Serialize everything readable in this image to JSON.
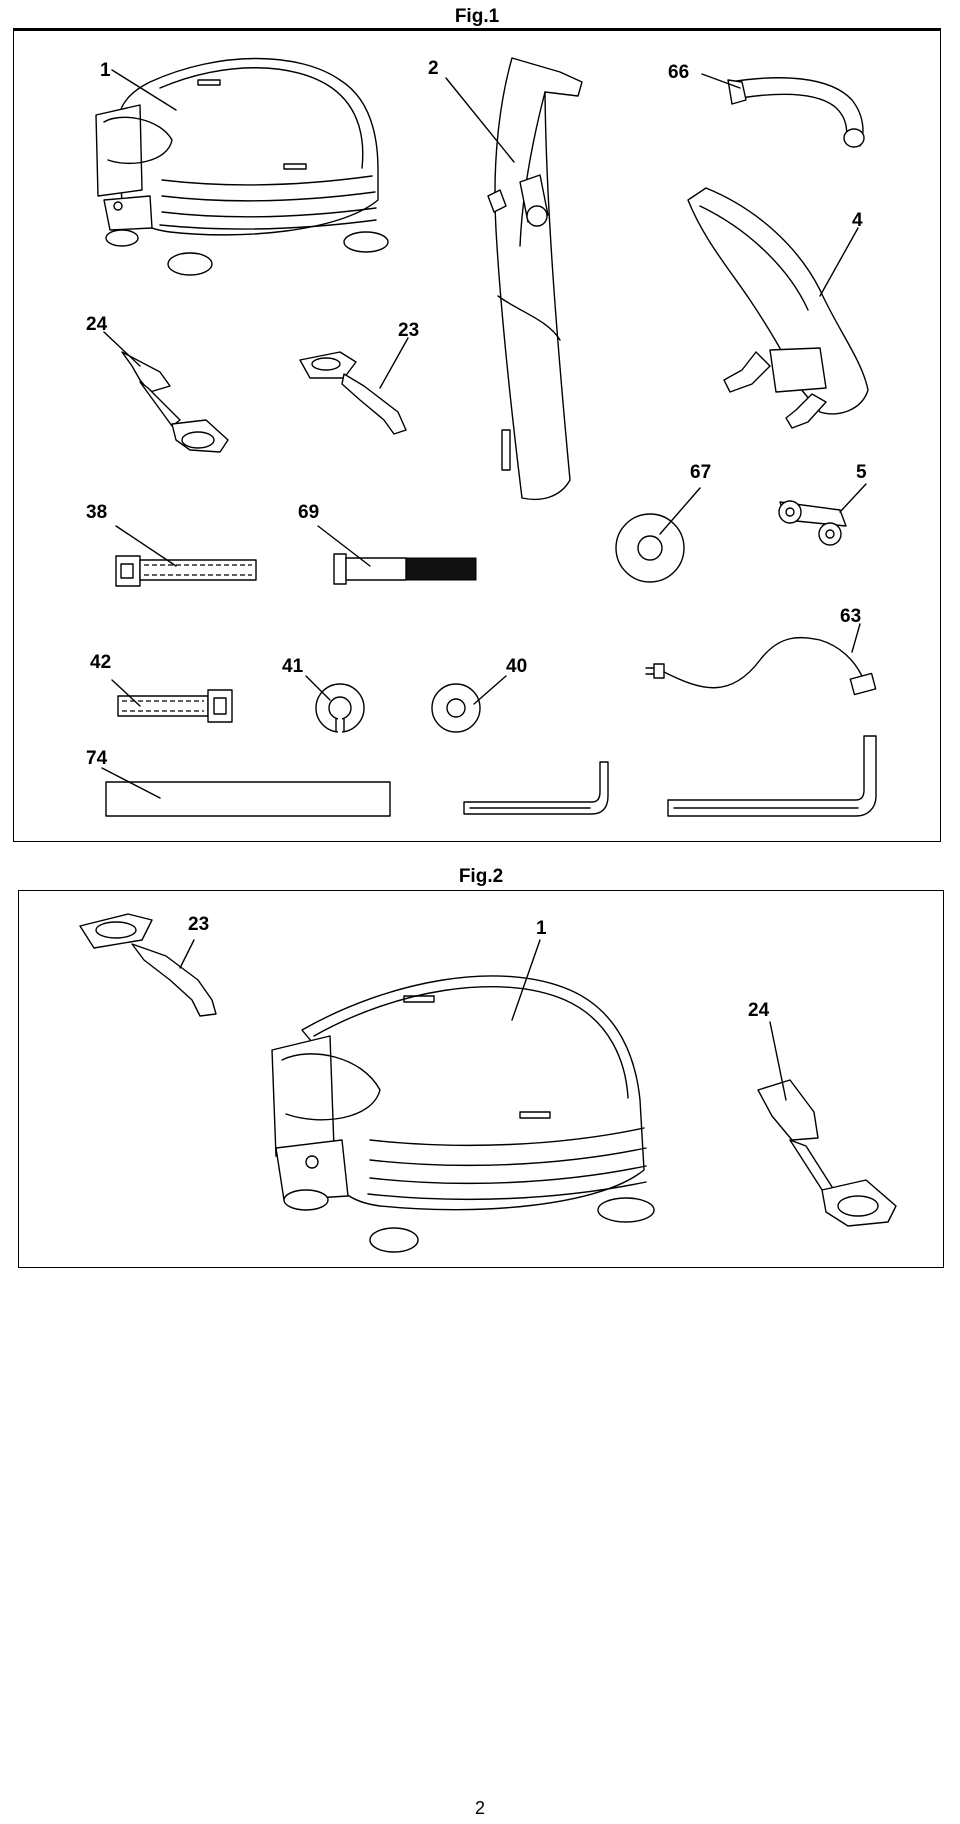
{
  "fig1": {
    "title": "Fig.1",
    "labels": {
      "p1": "1",
      "p2": "2",
      "p66": "66",
      "p4": "4",
      "p24": "24",
      "p23": "23",
      "p38": "38",
      "p69": "69",
      "p67": "67",
      "p5": "5",
      "p42": "42",
      "p41": "41",
      "p40": "40",
      "p63": "63",
      "p74": "74"
    }
  },
  "fig2": {
    "title": "Fig.2",
    "labels": {
      "p23": "23",
      "p1": "1",
      "p24": "24"
    }
  },
  "page_number": "2"
}
